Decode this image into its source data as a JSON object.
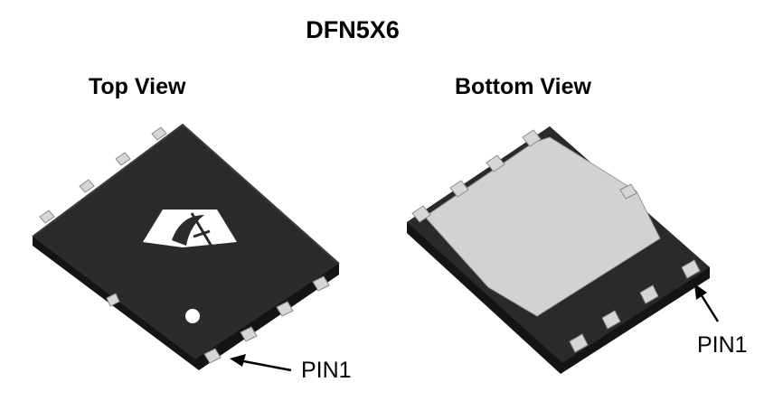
{
  "title": "DFN5X6",
  "views": {
    "top": {
      "label": "Top View",
      "pin_label": "PIN1"
    },
    "bottom": {
      "label": "Bottom View",
      "pin_label": "PIN1"
    }
  },
  "colors": {
    "package_body": "#2b2b2b",
    "package_side": "#151515",
    "pad": "#d2d2d2",
    "logo_bg": "#ffffff",
    "text": "#000000"
  }
}
